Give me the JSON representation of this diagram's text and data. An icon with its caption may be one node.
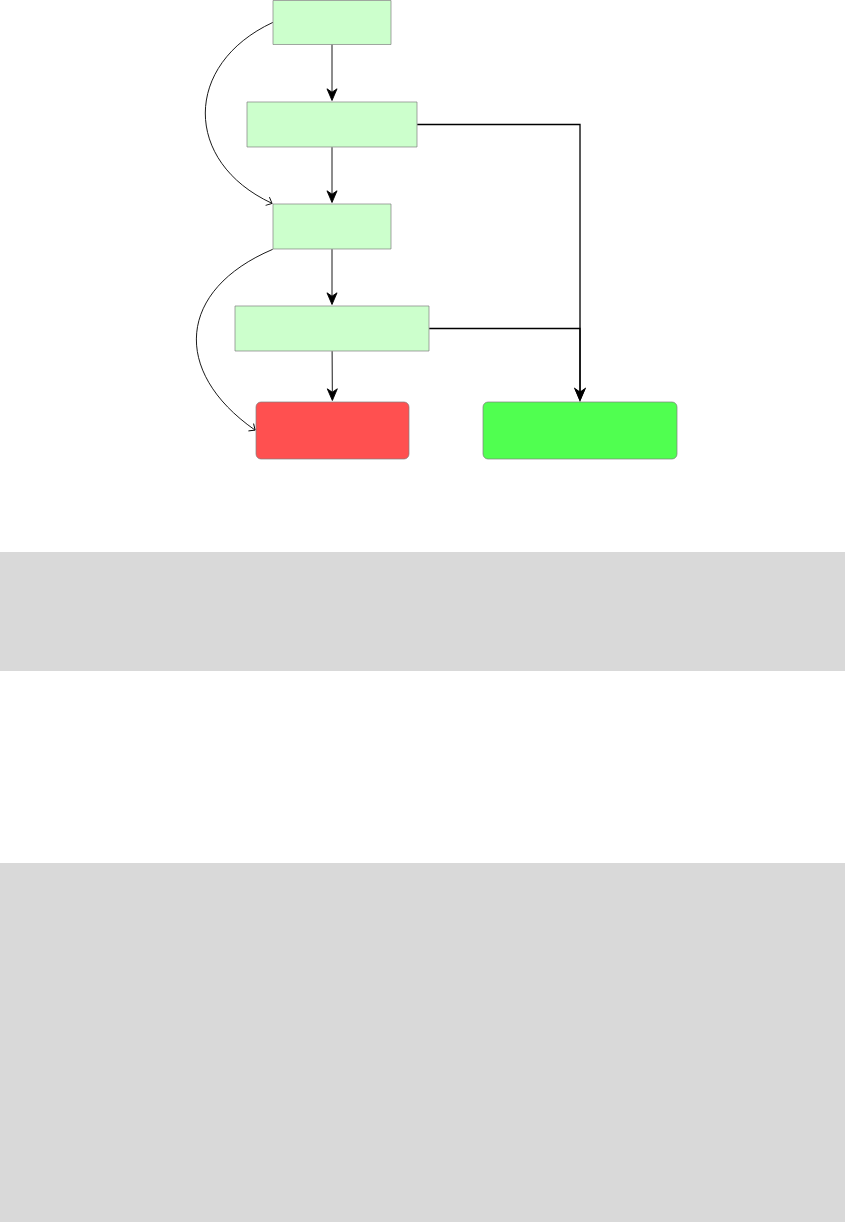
{
  "diagram": {
    "nodes": [
      {
        "text": [],
        "shape": "box"
      },
      {
        "text": [],
        "shape": "box"
      },
      {
        "text": [],
        "shape": "box"
      },
      {
        "text": [],
        "shape": "box"
      },
      {
        "text": [],
        "shape": "box"
      },
      {
        "text": [],
        "shape": "box"
      },
      {
        "text": [],
        "shape": "band"
      },
      {
        "text": [],
        "shape": "band"
      }
    ],
    "edges": [
      {
        "from": 0,
        "to": 1,
        "arrow": "to"
      },
      {
        "from": 1,
        "to": 2,
        "arrow": "to"
      },
      {
        "from": 2,
        "to": 3,
        "arrow": "to"
      },
      {
        "from": 3,
        "to": 4,
        "arrow": "to"
      },
      {
        "from": 0,
        "to": 2,
        "arrow": "to"
      },
      {
        "from": 2,
        "to": 4,
        "arrow": "to"
      },
      {
        "from": 1,
        "to": 5,
        "arrow": "to"
      },
      {
        "from": 3,
        "to": 5,
        "arrow": "to"
      }
    ]
  }
}
